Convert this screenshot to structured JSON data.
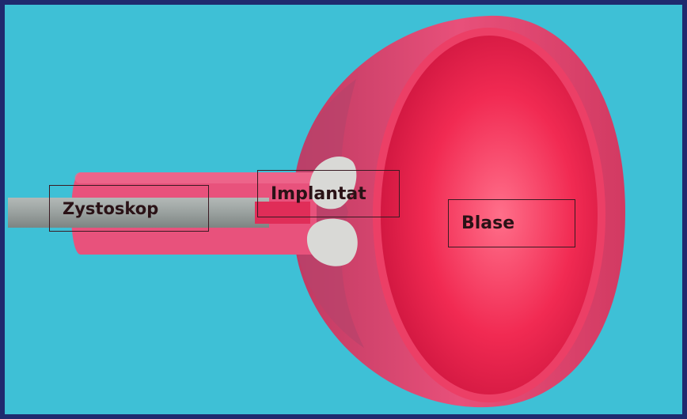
{
  "labels": {
    "zystoskop": "Zystoskop",
    "implantat": "Implantat",
    "blase": "Blase"
  },
  "colors": {
    "background": "#3ec0d6",
    "frame": "#1f2a6e",
    "bladder_outer": "#e4486e",
    "bladder_inner": "#f0274f",
    "implant": "#d9d9d6",
    "cystoscope": "#9aa19f"
  }
}
